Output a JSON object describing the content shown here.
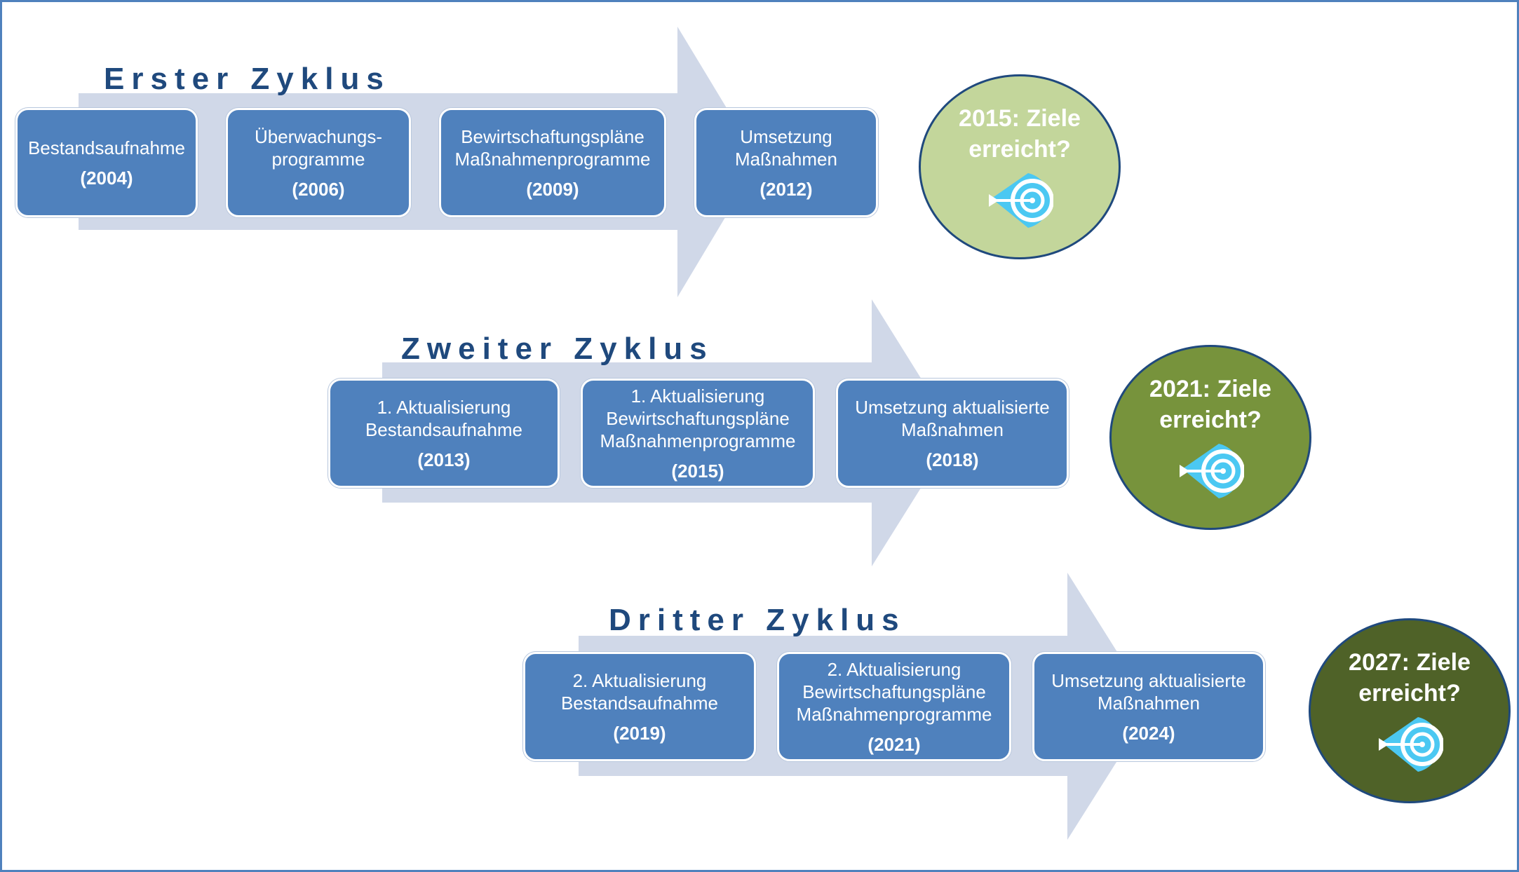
{
  "cycles": [
    {
      "title": "Erster Zyklus",
      "steps": [
        {
          "label": "Bestandsaufnahme",
          "year": "(2004)"
        },
        {
          "label": "Überwachungs-\nprogramme",
          "year": "(2006)"
        },
        {
          "label": "Bewirtschaftungspläne\nMaßnahmenprogramme",
          "year": "(2009)"
        },
        {
          "label": "Umsetzung\nMaßnahmen",
          "year": "(2012)"
        }
      ],
      "goal": {
        "text": "2015: Ziele\nerreicht?",
        "color": "#c3d69b",
        "icon": "target-icon"
      }
    },
    {
      "title": "Zweiter Zyklus",
      "steps": [
        {
          "label": "1. Aktualisierung\nBestandsaufnahme",
          "year": "(2013)"
        },
        {
          "label": "1. Aktualisierung\nBewirtschaftungspläne\nMaßnahmenprogramme",
          "year": "(2015)"
        },
        {
          "label": "Umsetzung aktualisierte\nMaßnahmen",
          "year": "(2018)"
        }
      ],
      "goal": {
        "text": "2021: Ziele\nerreicht?",
        "color": "#77933c",
        "icon": "target-icon"
      }
    },
    {
      "title": "Dritter Zyklus",
      "steps": [
        {
          "label": "2. Aktualisierung\nBestandsaufnahme",
          "year": "(2019)"
        },
        {
          "label": "2. Aktualisierung\nBewirtschaftungspläne\nMaßnahmenprogramme",
          "year": "(2021)"
        },
        {
          "label": "Umsetzung aktualisierte\nMaßnahmen",
          "year": "(2024)"
        }
      ],
      "goal": {
        "text": "2027: Ziele\nerreicht?",
        "color": "#4f6228",
        "icon": "target-icon"
      }
    }
  ],
  "colors": {
    "arrow": "#d0d8e8",
    "step": "#4f81bd",
    "title": "#1f497d",
    "frame": "#4f81bd",
    "icon": "#4bc8f2"
  }
}
